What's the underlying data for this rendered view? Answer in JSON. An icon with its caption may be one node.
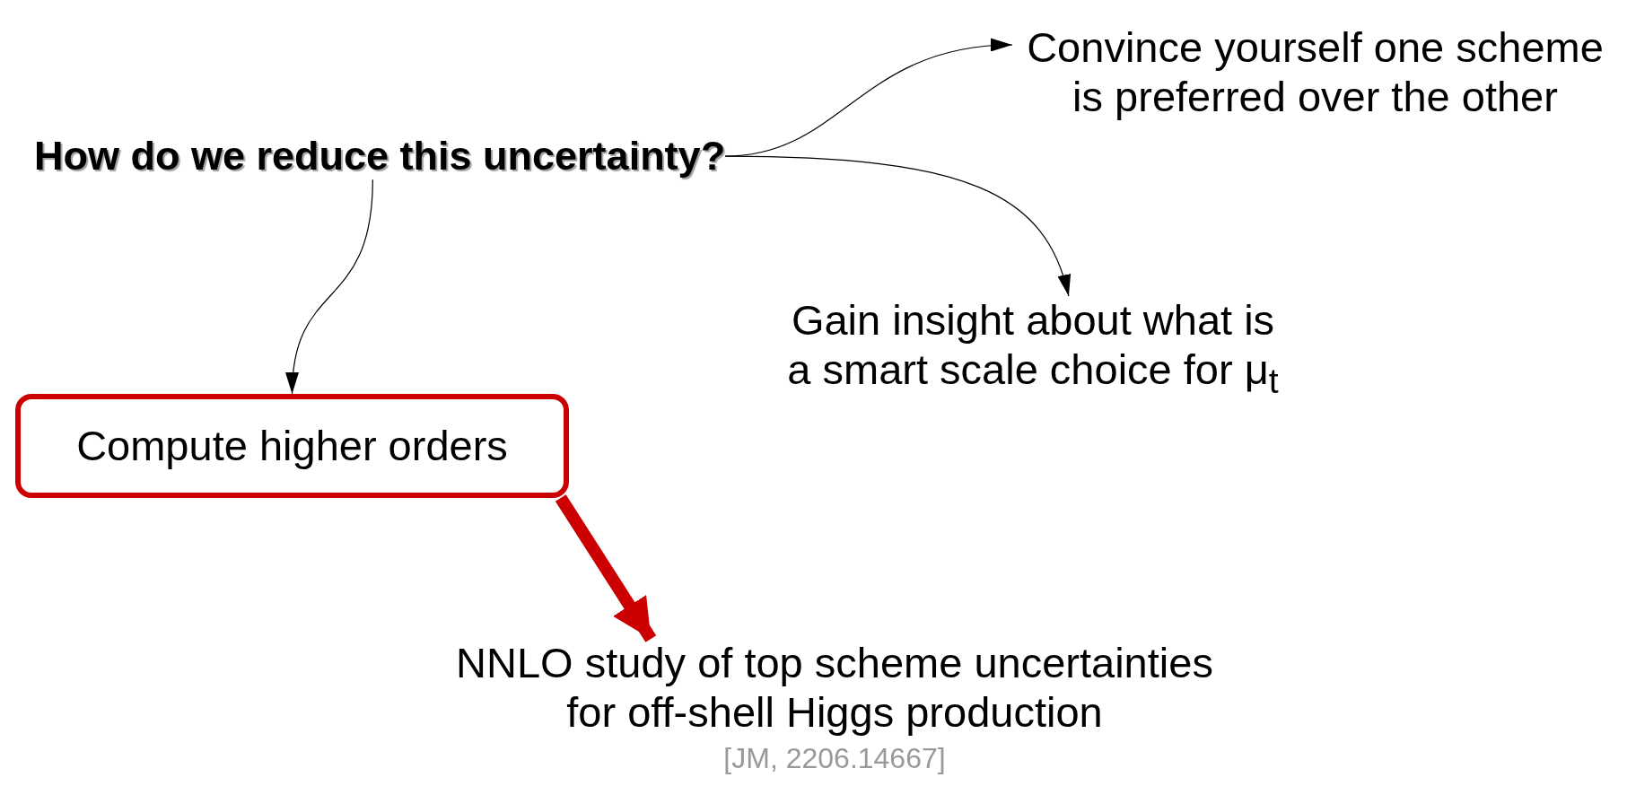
{
  "diagram": {
    "nodes": [
      {
        "text": [
          "How do we reduce this uncertainty?"
        ]
      },
      {
        "text": [
          "Convince yourself one scheme is preferred over the other"
        ]
      },
      {
        "text": [
          "Gain insight about what is a smart scale choice for μ$_{t}$"
        ]
      },
      {
        "text": [
          "Compute higher orders"
        ]
      },
      {
        "text": [
          "NNLO study of top scheme uncertainties for off-shell Higgs production"
        ],
        "beside": [
          "[JM, 2206.14667]"
        ]
      }
    ],
    "edges": [
      {
        "from": 0,
        "to": 1,
        "arrow": "to"
      },
      {
        "from": 0,
        "to": 2,
        "arrow": "to"
      },
      {
        "from": 0,
        "to": 3,
        "arrow": "to"
      },
      {
        "from": 3,
        "to": 4,
        "arrow": "to",
        "style": "thick",
        "color": "#cc0000"
      }
    ]
  }
}
